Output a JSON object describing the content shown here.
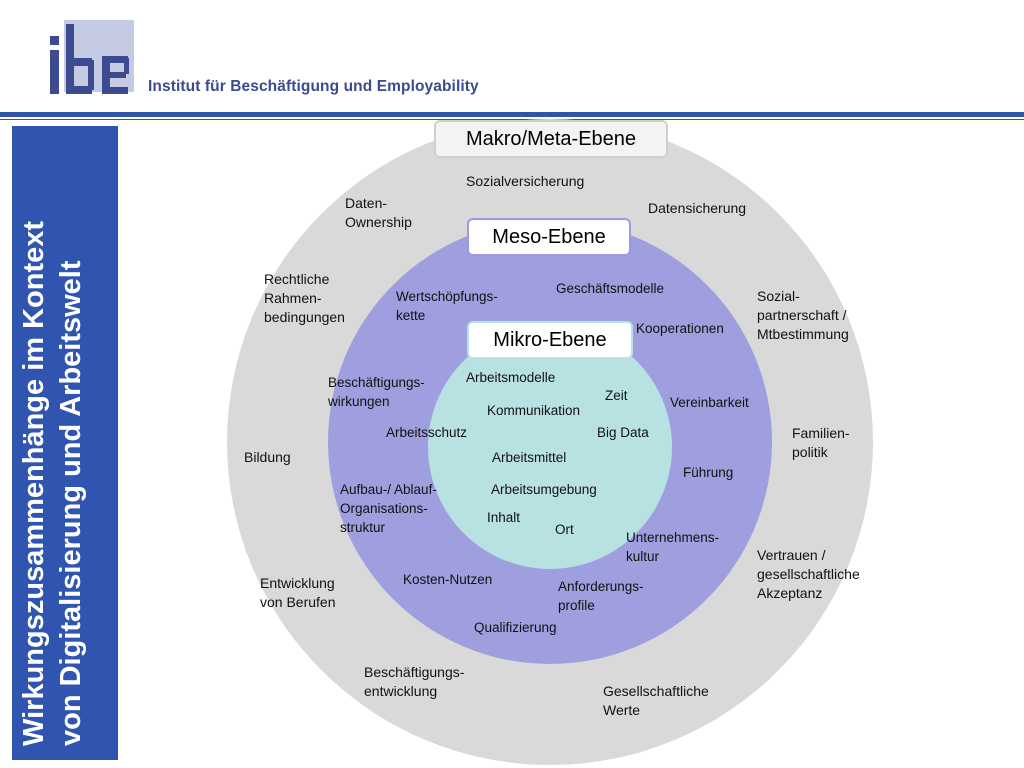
{
  "header": {
    "logo_text": "ibe",
    "institute_name": "Institut für Beschäftigung und Employability"
  },
  "sidebar": {
    "title_line1": "Wirkungszusammenhänge im Kontext",
    "title_line2": "von Digitalisierung und Arbeitswelt"
  },
  "colors": {
    "brand_blue": "#2f55b0",
    "makro_ring": "#d9d9d9",
    "meso_ring": "#9f9fe0",
    "mikro_ring": "#b8e2e2"
  },
  "levels": {
    "makro": "Makro/Meta-Ebene",
    "meso": "Meso-Ebene",
    "mikro": "Mikro-Ebene"
  },
  "makro_items": {
    "sozialversicherung": "Sozialversicherung",
    "daten_ownership_1": "Daten-",
    "daten_ownership_2": "Ownership",
    "datensicherung": "Datensicherung",
    "rechtliche_1": "Rechtliche",
    "rechtliche_2": "Rahmen-",
    "rechtliche_3": "bedingungen",
    "sozialpartner_1": "Sozial-",
    "sozialpartner_2": "partnerschaft /",
    "sozialpartner_3": "Mtbestimmung",
    "familien_1": "Familien-",
    "familien_2": "politik",
    "bildung": "Bildung",
    "vertrauen_1": "Vertrauen /",
    "vertrauen_2": "gesellschaftliche",
    "vertrauen_3": "Akzeptanz",
    "entwicklung_1": "Entwicklung",
    "entwicklung_2": "von Berufen",
    "beschaeftigungsentwicklung_1": "Beschäftigungs-",
    "beschaeftigungsentwicklung_2": "entwicklung",
    "werte_1": "Gesellschaftliche",
    "werte_2": "Werte"
  },
  "meso_items": {
    "geschaeftsmodelle": "Geschäftsmodelle",
    "wertschoepfung_1": "Wertschöpfungs-",
    "wertschoepfung_2": "kette",
    "kooperationen": "Kooperationen",
    "beschaeftigungswirkungen_1": "Beschäftigungs-",
    "beschaeftigungswirkungen_2": "wirkungen",
    "vereinbarkeit": "Vereinbarkeit",
    "fuehrung": "Führung",
    "aufbau_1": "Aufbau-/ Ablauf-",
    "aufbau_2": "Organisations-",
    "aufbau_3": "struktur",
    "unternehmenskultur_1": "Unternehmens-",
    "unternehmenskultur_2": "kultur",
    "kosten_nutzen": "Kosten-Nutzen",
    "anforderungsprofile_1": "Anforderungs-",
    "anforderungsprofile_2": "profile",
    "qualifizierung": "Qualifizierung"
  },
  "mikro_items": {
    "arbeitsmodelle": "Arbeitsmodelle",
    "zeit": "Zeit",
    "kommunikation": "Kommunikation",
    "arbeitsschutz": "Arbeitsschutz",
    "big_data": "Big Data",
    "arbeitsmittel": "Arbeitsmittel",
    "arbeitsumgebung": "Arbeitsumgebung",
    "inhalt": "Inhalt",
    "ort": "Ort"
  }
}
